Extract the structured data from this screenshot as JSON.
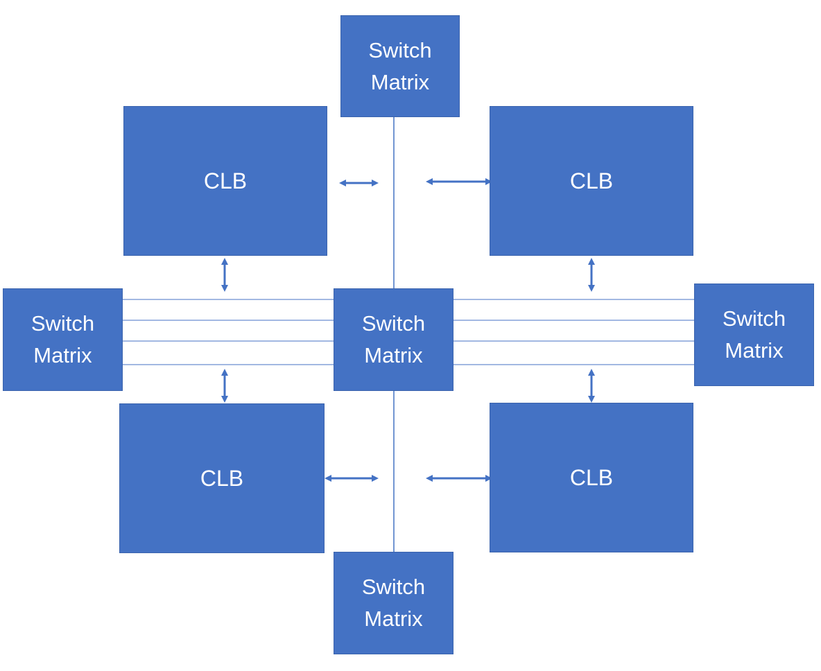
{
  "diagram": {
    "clb_label": "CLB",
    "switch_matrix_label": "Switch\nMatrix",
    "colors": {
      "block_fill": "#4472c4",
      "block_border": "#3a63ad",
      "text": "#ffffff",
      "wire": "#4472c4",
      "arrow": "#4472c4"
    },
    "clbs": [
      {
        "id": "top-left",
        "label": "CLB"
      },
      {
        "id": "top-right",
        "label": "CLB"
      },
      {
        "id": "bottom-left",
        "label": "CLB"
      },
      {
        "id": "bottom-right",
        "label": "CLB"
      }
    ],
    "switch_matrices": [
      {
        "id": "top",
        "label": "Switch\nMatrix"
      },
      {
        "id": "left",
        "label": "Switch\nMatrix"
      },
      {
        "id": "center",
        "label": "Switch\nMatrix"
      },
      {
        "id": "right",
        "label": "Switch\nMatrix"
      },
      {
        "id": "bottom",
        "label": "Switch\nMatrix"
      }
    ]
  }
}
